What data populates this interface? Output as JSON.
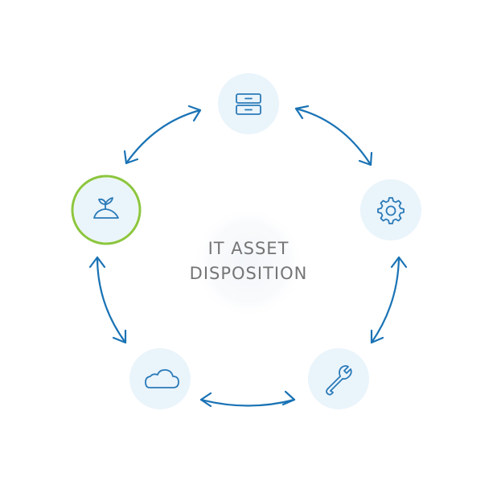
{
  "center": {
    "line1": "IT ASSET",
    "line2": "DISPOSITION"
  },
  "colors": {
    "arrow": "#1a73b5",
    "icon": "#2a7ab8",
    "node_fill": "#eaf4fb",
    "highlight_ring": "#8cc63f",
    "center_glow": "#f3f6f9",
    "title_text": "#757575"
  },
  "nodes": [
    {
      "id": "server",
      "icon": "server-icon",
      "highlighted": false
    },
    {
      "id": "settings",
      "icon": "gear-icon",
      "highlighted": false
    },
    {
      "id": "repair",
      "icon": "wrench-icon",
      "highlighted": false
    },
    {
      "id": "cloud",
      "icon": "cloud-icon",
      "highlighted": false
    },
    {
      "id": "sustainability",
      "icon": "sprout-icon",
      "highlighted": true
    }
  ],
  "cycle": {
    "direction": "bidirectional",
    "order": [
      "server",
      "settings",
      "repair",
      "cloud",
      "sustainability"
    ]
  }
}
